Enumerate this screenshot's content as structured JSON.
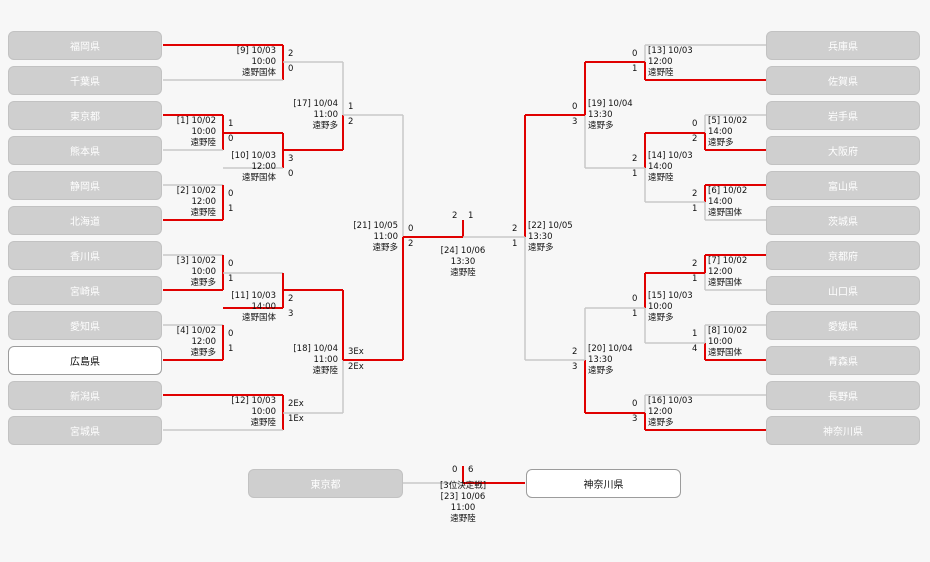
{
  "colors": {
    "winner_line": "#e00000",
    "loser_line": "#c8c8c8",
    "team_box": "#cfcfcf",
    "highlight_box": "#ffffff"
  },
  "teams": {
    "fukuoka": "福岡県",
    "chiba": "千葉県",
    "tokyo": "東京都",
    "kumamoto": "熊本県",
    "shizuoka": "静岡県",
    "hokkaido": "北海道",
    "kagawa": "香川県",
    "miyazaki": "宮崎県",
    "aichi": "愛知県",
    "hiroshima": "広島県",
    "niigata": "新潟県",
    "miyagi": "宮城県",
    "hyogo": "兵庫県",
    "saga": "佐賀県",
    "iwate": "岩手県",
    "osaka": "大阪府",
    "toyama": "富山県",
    "ibaraki": "茨城県",
    "kyoto": "京都府",
    "yamaguchi": "山口県",
    "ehime": "愛媛県",
    "aomori": "青森県",
    "nagano": "長野県",
    "kanagawa": "神奈川県",
    "third_left": "東京都",
    "third_right": "神奈川県"
  },
  "matches": {
    "m1": {
      "date": "[1] 10/02",
      "time": "10:00",
      "venue": "遠野陸",
      "s1": "1",
      "s2": "0"
    },
    "m2": {
      "date": "[2] 10/02",
      "time": "12:00",
      "venue": "遠野陸",
      "s1": "0",
      "s2": "1"
    },
    "m3": {
      "date": "[3] 10/02",
      "time": "10:00",
      "venue": "遠野多",
      "s1": "0",
      "s2": "1"
    },
    "m4": {
      "date": "[4] 10/02",
      "time": "12:00",
      "venue": "遠野多",
      "s1": "0",
      "s2": "1"
    },
    "m5": {
      "date": "[5] 10/02",
      "time": "14:00",
      "venue": "遠野多",
      "s1": "0",
      "s2": "2"
    },
    "m6": {
      "date": "[6] 10/02",
      "time": "14:00",
      "venue": "遠野国体",
      "s1": "2",
      "s2": "1"
    },
    "m7": {
      "date": "[7] 10/02",
      "time": "12:00",
      "venue": "遠野国体",
      "s1": "2",
      "s2": "1"
    },
    "m8": {
      "date": "[8] 10/02",
      "time": "10:00",
      "venue": "遠野国体",
      "s1": "1",
      "s2": "4"
    },
    "m9": {
      "date": "[9] 10/03",
      "time": "10:00",
      "venue": "遠野国体",
      "s1": "2",
      "s2": "0"
    },
    "m10": {
      "date": "[10] 10/03",
      "time": "12:00",
      "venue": "遠野国体",
      "s1": "3",
      "s2": "0"
    },
    "m11": {
      "date": "[11] 10/03",
      "time": "14:00",
      "venue": "遠野国体",
      "s1": "2",
      "s2": "3"
    },
    "m12": {
      "date": "[12] 10/03",
      "time": "10:00",
      "venue": "遠野陸",
      "s1": "2Ex",
      "s2": "1Ex"
    },
    "m13": {
      "date": "[13] 10/03",
      "time": "12:00",
      "venue": "遠野陸",
      "s1": "0",
      "s2": "1"
    },
    "m14": {
      "date": "[14] 10/03",
      "time": "14:00",
      "venue": "遠野陸",
      "s1": "2",
      "s2": "1"
    },
    "m15": {
      "date": "[15] 10/03",
      "time": "10:00",
      "venue": "遠野多",
      "s1": "0",
      "s2": "1"
    },
    "m16": {
      "date": "[16] 10/03",
      "time": "12:00",
      "venue": "遠野多",
      "s1": "0",
      "s2": "3"
    },
    "m17": {
      "date": "[17] 10/04",
      "time": "11:00",
      "venue": "遠野多",
      "s1": "1",
      "s2": "2"
    },
    "m18": {
      "date": "[18] 10/04",
      "time": "11:00",
      "venue": "遠野陸",
      "s1": "3Ex",
      "s2": "2Ex"
    },
    "m19": {
      "date": "[19] 10/04",
      "time": "13:30",
      "venue": "遠野多",
      "s1": "0",
      "s2": "3"
    },
    "m20": {
      "date": "[20] 10/04",
      "time": "13:30",
      "venue": "遠野多",
      "s1": "2",
      "s2": "3"
    },
    "m21": {
      "date": "[21] 10/05",
      "time": "11:00",
      "venue": "遠野多",
      "s1": "0",
      "s2": "2"
    },
    "m22": {
      "date": "[22] 10/05",
      "time": "13:30",
      "venue": "遠野多",
      "s1": "2",
      "s2": "1"
    },
    "m23": {
      "title": "[3位決定戦]",
      "date": "[23] 10/06",
      "time": "11:00",
      "venue": "遠野陸",
      "s1": "0",
      "s2": "6"
    },
    "m24": {
      "date": "[24] 10/06",
      "time": "13:30",
      "venue": "遠野陸",
      "s1": "2",
      "s2": "1"
    }
  }
}
